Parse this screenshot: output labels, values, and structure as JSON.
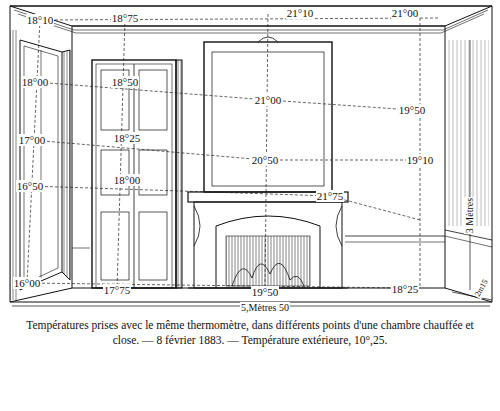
{
  "diagram": {
    "caption": "Températures prises avec le même thermomètre, dans différents points d'une chambre chauffée et close. — 8 février 1883. — Température extérieure, 10°,25.",
    "labels": [
      "18°10",
      "18°75",
      "21°10",
      "21°00",
      "18°00",
      "18°50",
      "21°00",
      "19°50",
      "17°00",
      "18°25",
      "20°50",
      "19°10",
      "21°75",
      "16°50",
      "18°00",
      "16°00",
      "17°75",
      "19°50",
      "18°25",
      "5,Mètres 50",
      "3 Mètres",
      "2m15"
    ]
  }
}
